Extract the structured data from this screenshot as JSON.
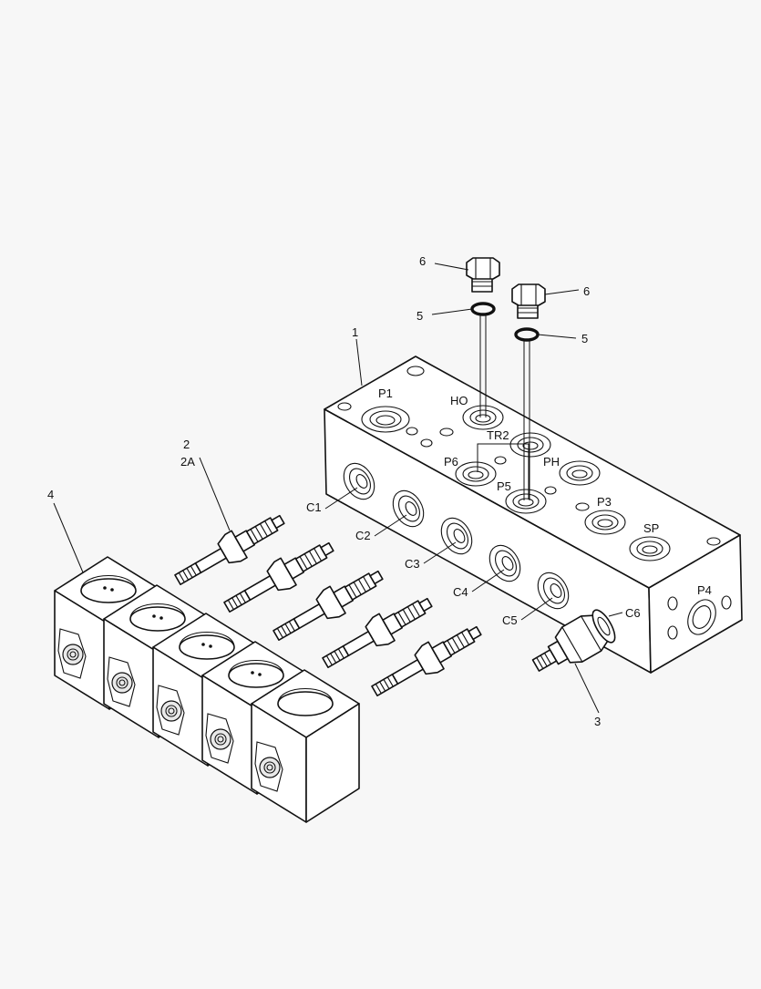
{
  "labels": {
    "part1": "1",
    "part2": "2",
    "part2a": "2A",
    "part3": "3",
    "part4": "4",
    "part5a": "5",
    "part5b": "5",
    "part6a": "6",
    "part6b": "6",
    "p1": "P1",
    "ho": "HO",
    "tr2": "TR2",
    "p6": "P6",
    "ph": "PH",
    "p5": "P5",
    "p3": "P3",
    "sp": "SP",
    "p4": "P4",
    "c1": "C1",
    "c2": "C2",
    "c3": "C3",
    "c4": "C4",
    "c5": "C5",
    "c6": "C6"
  }
}
